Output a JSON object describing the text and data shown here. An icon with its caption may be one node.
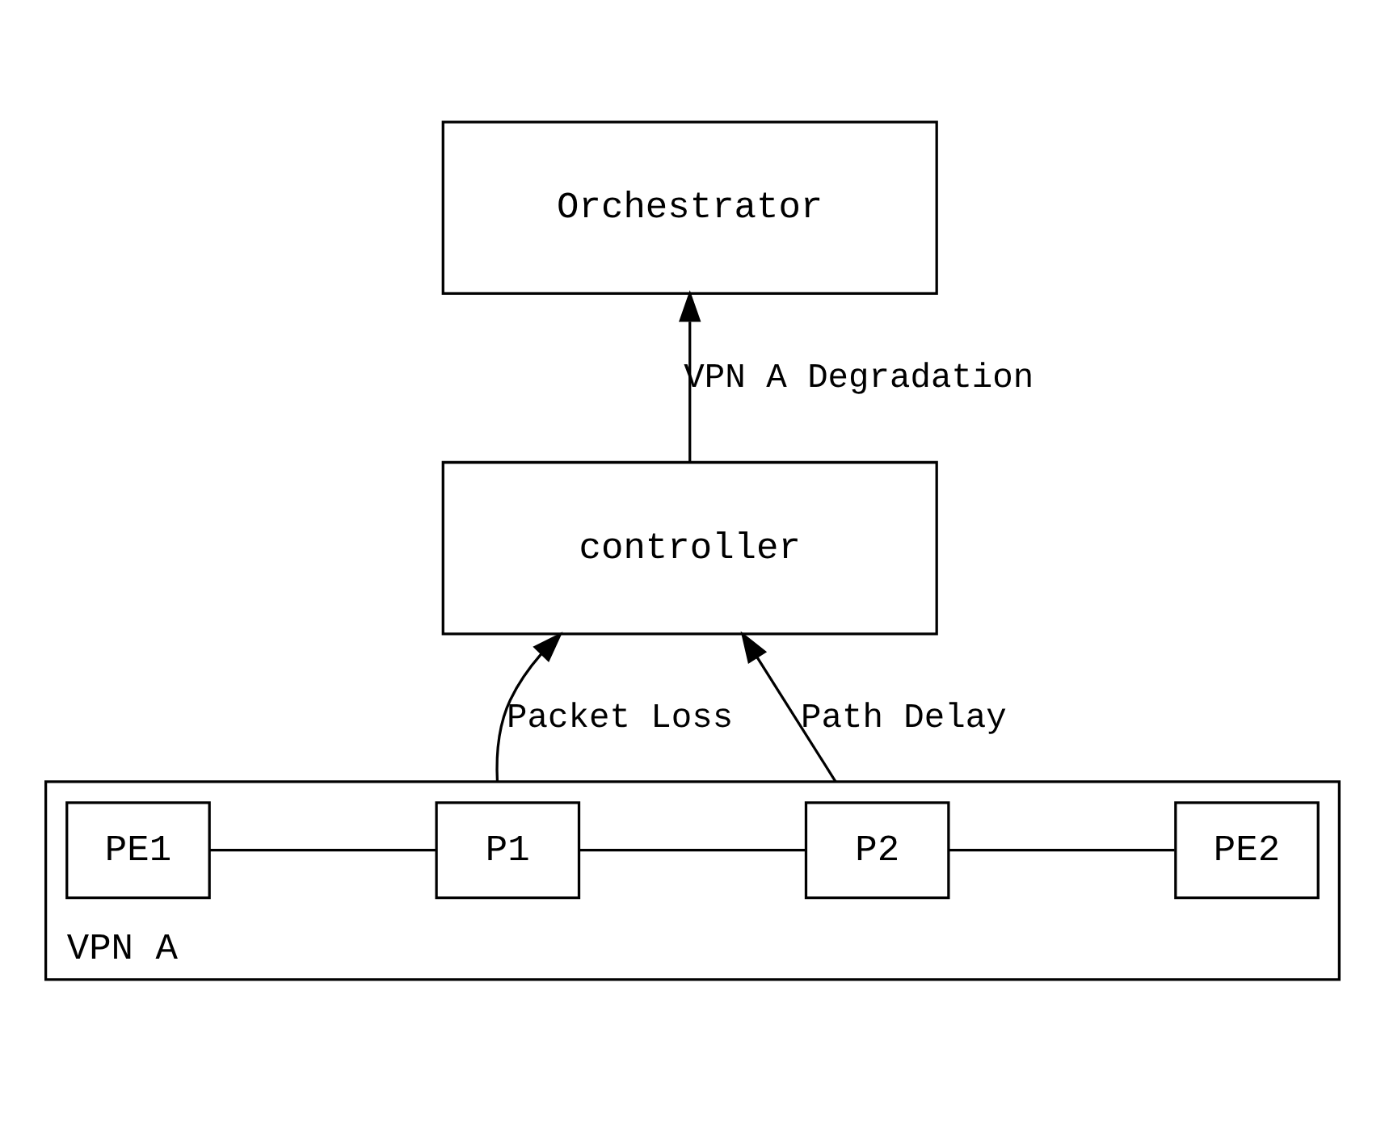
{
  "diagram": {
    "nodes": [
      {
        "text": [
          "Orchestrator"
        ]
      },
      {
        "text": [
          "controller"
        ]
      },
      {
        "text": [
          "VPN A"
        ]
      },
      {
        "text": [
          "PE1"
        ],
        "in": 2
      },
      {
        "text": [
          "P1"
        ],
        "in": 2
      },
      {
        "text": [
          "P2"
        ],
        "in": 2
      },
      {
        "text": [
          "PE2"
        ],
        "in": 2
      }
    ],
    "edges": [
      {
        "from": 1,
        "to": 0,
        "arrow": "to",
        "label": "VPN A Degradation"
      },
      {
        "from": 2,
        "to": 1,
        "arrow": "to",
        "label": "Packet Loss"
      },
      {
        "from": 2,
        "to": 1,
        "arrow": "to",
        "label": "Path Delay"
      },
      {
        "from": 3,
        "to": 4,
        "arrow": "none"
      },
      {
        "from": 4,
        "to": 5,
        "arrow": "none"
      },
      {
        "from": 5,
        "to": 6,
        "arrow": "none"
      }
    ]
  }
}
